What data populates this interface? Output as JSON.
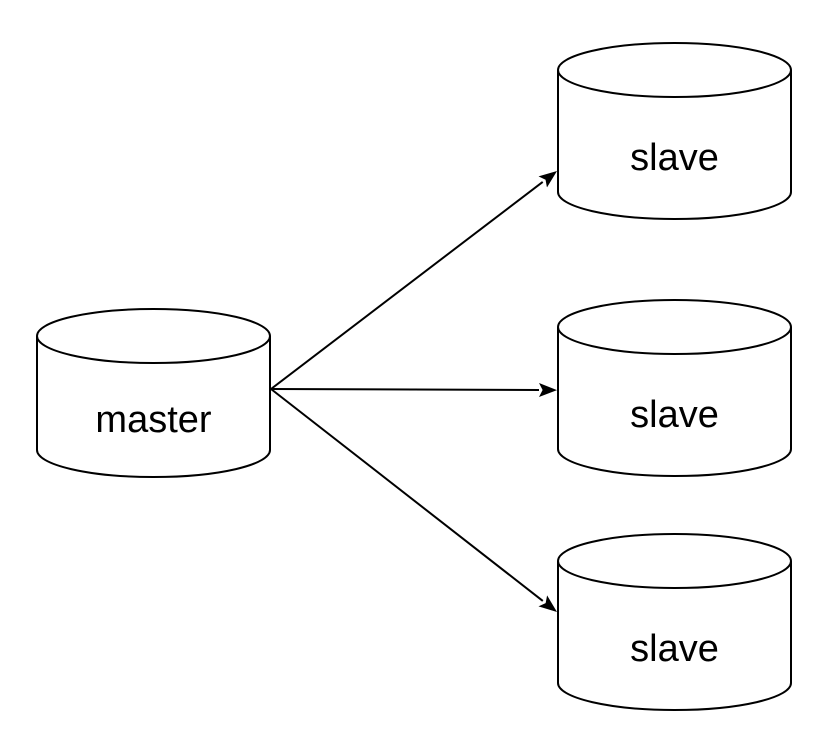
{
  "canvas": {
    "background_color": "#ffffff",
    "stroke_color": "#000000",
    "node_fill_color": "#ffffff",
    "text_color": "#000000"
  },
  "diagram": {
    "nodes": [
      {
        "id": "master",
        "label": "master",
        "shape": "database-cylinder",
        "position": "left-center"
      },
      {
        "id": "slave-top",
        "label": "slave",
        "shape": "database-cylinder",
        "position": "right-top"
      },
      {
        "id": "slave-middle",
        "label": "slave",
        "shape": "database-cylinder",
        "position": "right-middle"
      },
      {
        "id": "slave-bottom",
        "label": "slave",
        "shape": "database-cylinder",
        "position": "right-bottom"
      }
    ],
    "edges": [
      {
        "from": "master",
        "to": "slave-top",
        "style": "solid",
        "arrowhead": "classic-filled"
      },
      {
        "from": "master",
        "to": "slave-middle",
        "style": "solid",
        "arrowhead": "classic-filled"
      },
      {
        "from": "master",
        "to": "slave-bottom",
        "style": "solid",
        "arrowhead": "classic-filled"
      }
    ]
  }
}
